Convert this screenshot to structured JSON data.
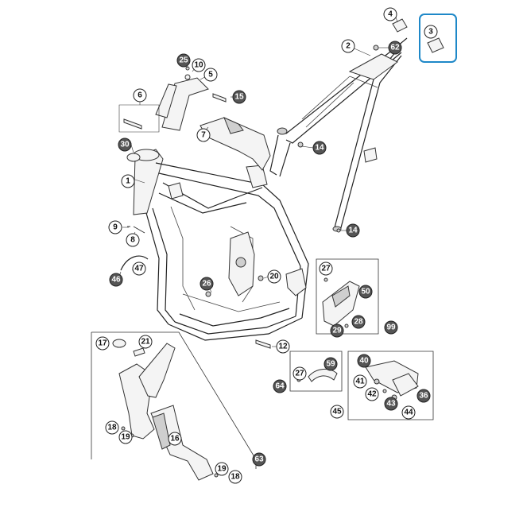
{
  "diagram": {
    "highlight_color": "#1e88c8",
    "highlighted_part": "3",
    "callouts": {
      "c1": "1",
      "c2": "2",
      "c3": "3",
      "c4": "4",
      "c5": "5",
      "c6": "6",
      "c7": "7",
      "c8": "8",
      "c9": "9",
      "c10": "10",
      "c12": "12",
      "c14a": "14",
      "c14b": "14",
      "c15": "15",
      "c16": "16",
      "c17": "17",
      "c18a": "18",
      "c18b": "18",
      "c19a": "19",
      "c19b": "19",
      "c20": "20",
      "c21": "21",
      "c25": "25",
      "c26": "26",
      "c27a": "27",
      "c27b": "27",
      "c28": "28",
      "c29": "29",
      "c30": "30",
      "c36": "36",
      "c40": "40",
      "c41": "41",
      "c42": "42",
      "c43": "43",
      "c44": "44",
      "c45": "45",
      "c46": "46",
      "c47": "47",
      "c50": "50",
      "c59": "59",
      "c62": "62",
      "c63": "63",
      "c64": "64",
      "c99": "99"
    }
  }
}
